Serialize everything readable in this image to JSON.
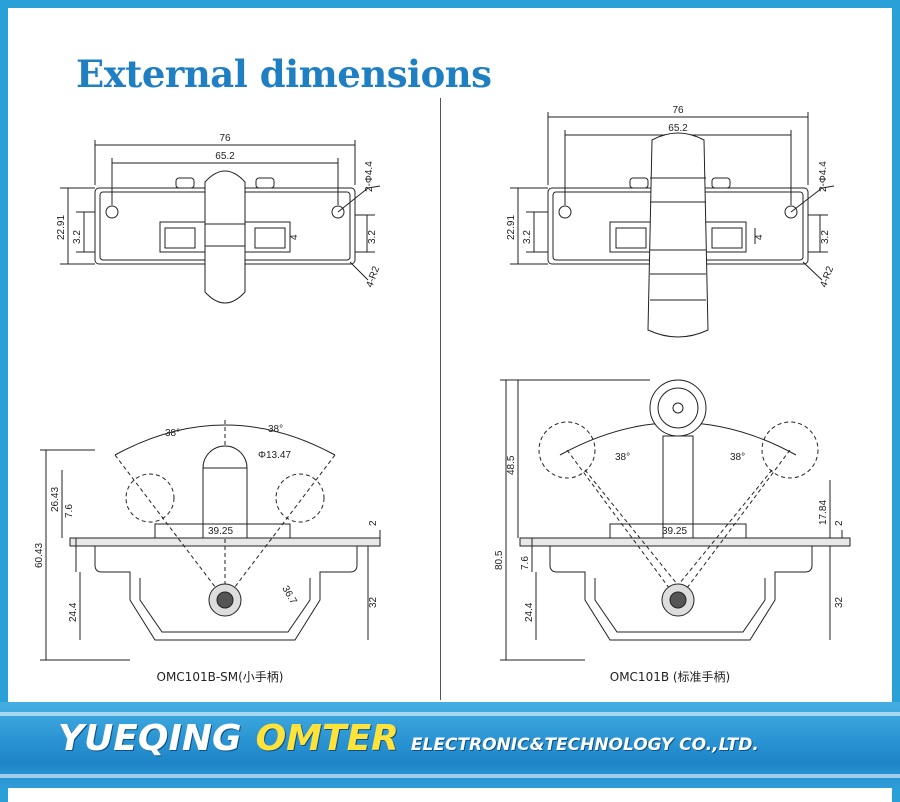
{
  "title": "External dimensions",
  "left": {
    "caption": "OMC101B-SM(小手柄)",
    "top_view": {
      "overall_width": "76",
      "hole_spacing": "65.2",
      "hole_spec": "2-Φ4.4",
      "height": "22.91",
      "edge_left": "3.2",
      "edge_right": "3.2",
      "gap": "4",
      "corner": "4-R2"
    },
    "side_view": {
      "angle_left": "38°",
      "angle_right": "38°",
      "knob_diameter": "Φ13.47",
      "height_above": "26.43",
      "offset": "7.6",
      "total_height": "60.43",
      "depth": "24.4",
      "base_width": "39.25",
      "arm_length": "36.7",
      "plate_thickness": "2",
      "right_depth": "32"
    }
  },
  "right": {
    "caption": "OMC101B (标准手柄)",
    "top_view": {
      "overall_width": "76",
      "hole_spacing": "65.2",
      "hole_spec": "2-Φ4.4",
      "height": "22.91",
      "edge_left": "3.2",
      "edge_right": "3.2",
      "gap": "4",
      "corner": "4-R2"
    },
    "side_view": {
      "angle_left": "38°",
      "angle_right": "38°",
      "height_above": "48.5",
      "offset": "7.6",
      "total_height": "80.5",
      "depth": "24.4",
      "base_width": "39.25",
      "arm_height": "17.84",
      "plate_thickness": "2",
      "right_depth": "32"
    }
  },
  "banner": {
    "company": "YUEQING",
    "brand": "OMTER",
    "suffix": "ELECTRONIC&TECHNOLOGY  CO.,LTD."
  },
  "colors": {
    "frame": "#2aa0d8",
    "title": "#1f7fc3",
    "banner": "#2a94d3",
    "brand": "#ffe33b"
  }
}
